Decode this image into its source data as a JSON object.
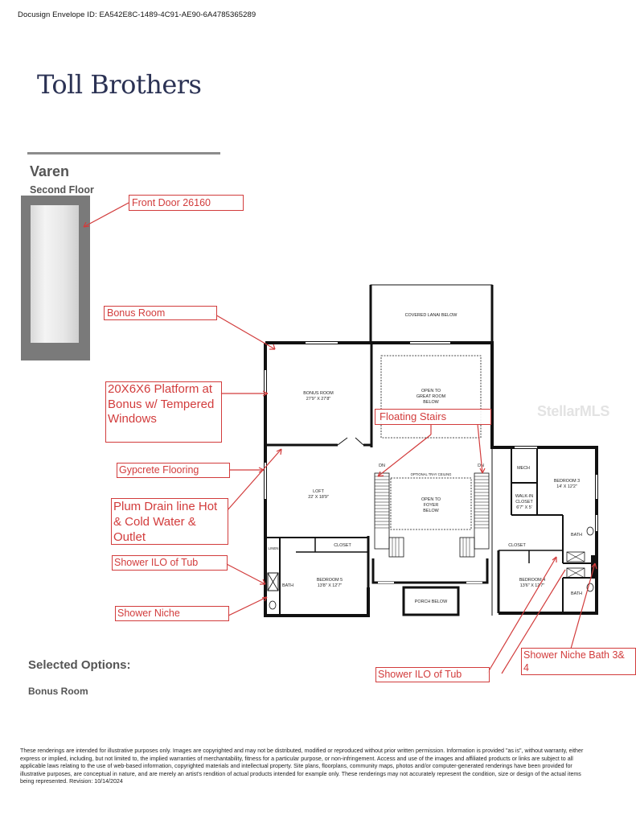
{
  "header": {
    "envelope_id": "Docusign Envelope ID: EA542E8C-1489-4C91-AE90-6A4785365289"
  },
  "brand": {
    "logo_text": "Toll Brothers",
    "color": "#2b3254"
  },
  "plan": {
    "name": "Varen",
    "floor": "Second Floor"
  },
  "rooms": {
    "covered_lanai": "COVERED LANAI BELOW",
    "bonus_room": "BONUS ROOM",
    "bonus_room_size": "27'9\" X 27'8\"",
    "open_great_1": "OPEN TO",
    "open_great_2": "GREAT ROOM",
    "open_great_3": "BELOW",
    "loft": "LOFT",
    "loft_size": "22' X 18'9\"",
    "tray_ceiling": "OPTIONAL TRAY CEILING",
    "open_foyer_1": "OPEN TO",
    "open_foyer_2": "FOYER",
    "open_foyer_3": "BELOW",
    "dn_left": "DN",
    "dn_right": "DN",
    "mech": "MECH",
    "bedroom3": "BEDROOM 3",
    "bedroom3_size": "14' X 12'2\"",
    "walkin_1": "WALK-IN",
    "walkin_2": "CLOSET",
    "walkin_3": "6'7\" X 5'",
    "bath_a": "BATH",
    "bath_b": "BATH",
    "bath_c": "BATH",
    "closet_a": "CLOSET",
    "closet_b": "CLOSET",
    "linen": "LINEN",
    "bedroom5": "BEDROOM 5",
    "bedroom5_size": "13'8\" X 12'7\"",
    "bedroom4": "BEDROOM 4",
    "bedroom4_size": "13'6\" X 12'7\"",
    "porch": "PORCH BELOW"
  },
  "annotations": {
    "front_door": "Front Door 26160",
    "bonus_room": "Bonus Room",
    "platform": "20X6X6 Platform at\nBonus w/ Tempered\nWindows",
    "floating_stairs": "Floating Stairs",
    "gypcrete": "Gypcrete Flooring",
    "plum_drain": "Plum Drain line Hot\n& Cold Water &\nOutlet",
    "shower_ilo_tub_left": "Shower ILO of Tub",
    "shower_niche": "Shower Niche",
    "shower_niche_bath": "Shower Niche Bath 3&\n4",
    "shower_ilo_tub_bottom": "Shower ILO of Tub",
    "color": "#d23c3c"
  },
  "selected_options": {
    "title": "Selected Options:",
    "items": [
      "Bonus Room"
    ]
  },
  "watermark": "StellarMLS",
  "disclaimer": "These renderings are intended for illustrative purposes only. Images are copyrighted and may not be distributed, modified or reproduced without prior written permission. Information is provided \"as is\", without warranty, either express or implied, including, but not limited to, the implied warranties of merchantability, fitness for a particular purpose, or non-infringement. Access and use of the images and affiliated products or links are subject to all applicable laws relating to the use of web-based information, copyrighted materials and intellectual property. Site plans, floorplans, community maps, photos and/or computer-generated renderings have been provided for illustrative purposes, are conceptual in nature, and are merely an artist's rendition of actual products intended for example only. These renderings may not accurately represent the condition, size or design of the actual items being represented. Revision: 10/14/2024"
}
